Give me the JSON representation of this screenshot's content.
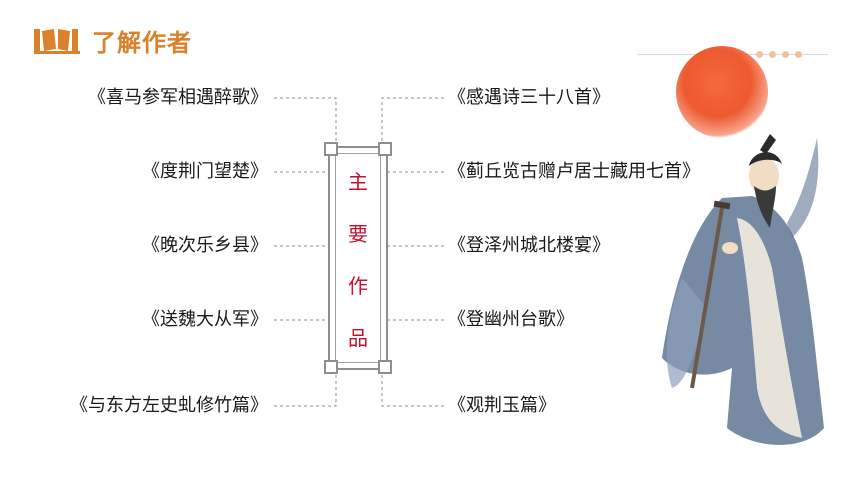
{
  "header": {
    "title": "了解作者",
    "icon": "book-icon",
    "accent": "#d9822b"
  },
  "center": {
    "chars": [
      "主",
      "要",
      "作",
      "品"
    ],
    "color": "#c8102e"
  },
  "left_works": [
    "《喜马参军相遇醉歌》",
    "《度荆门望楚》",
    "《晚次乐乡县》",
    "《送魏大从军》",
    "《与东方左史虬修竹篇》"
  ],
  "right_works": [
    "《感遇诗三十八首》",
    "《蓟丘览古赠卢居士藏用七首》",
    "《登泽州城北楼宴》",
    "《登幽州台歌》",
    "《观荆玉篇》"
  ],
  "decor": {
    "sun_color": "#ee5a2f",
    "dot_color": "#f2c29e"
  }
}
